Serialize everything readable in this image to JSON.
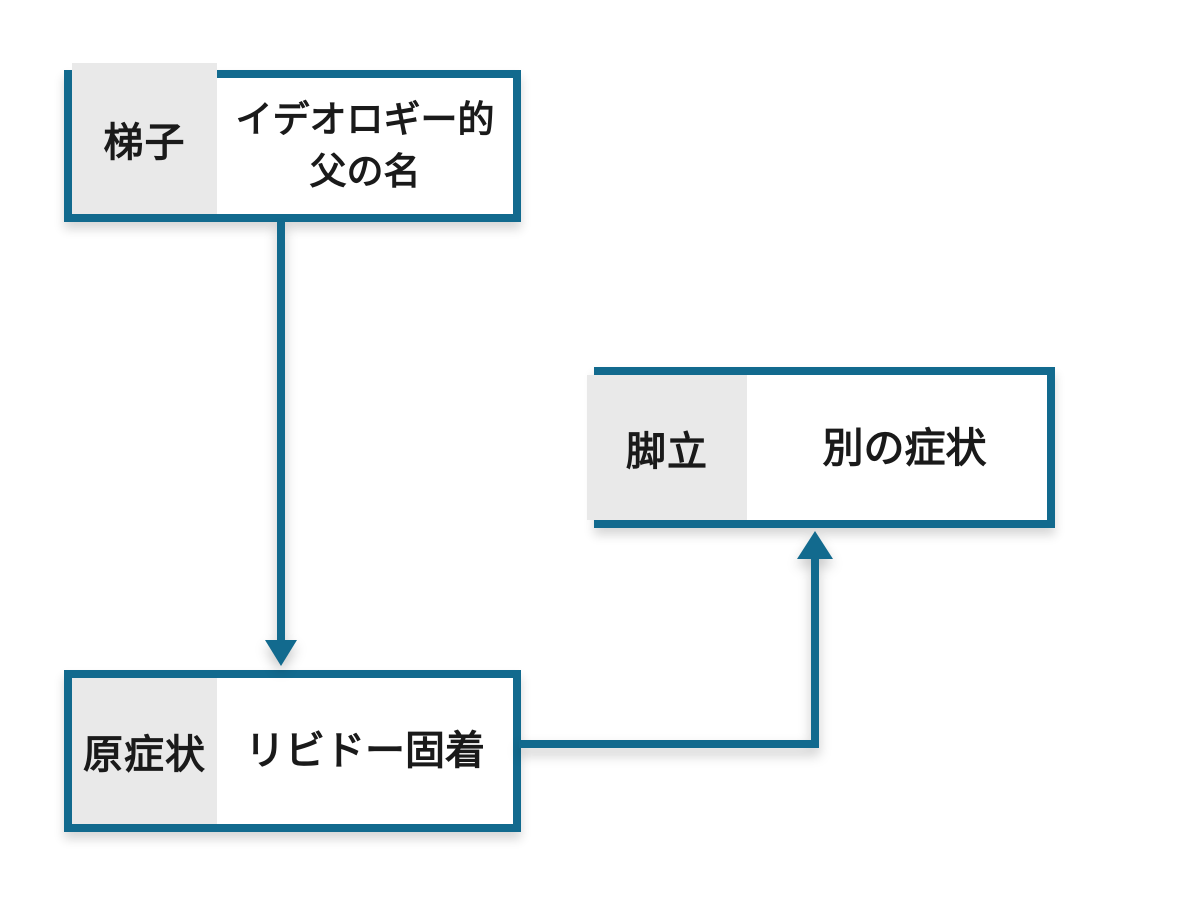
{
  "colors": {
    "accent": "#126A8E",
    "label_bg": "#E9E9E9",
    "text": "#1A1A1A",
    "background": "#FFFFFF"
  },
  "nodes": [
    {
      "id": "ladder",
      "label": "梯子",
      "content_lines": [
        "イデオロギー的",
        "父の名"
      ]
    },
    {
      "id": "original-symptom",
      "label": "原症状",
      "content": "リビドー固着"
    },
    {
      "id": "stepladder",
      "label": "脚立",
      "content": "別の症状"
    }
  ],
  "edges": [
    {
      "from": "梯子",
      "to": "原症状",
      "direction": "down"
    },
    {
      "from": "原症状",
      "to": "脚立",
      "direction": "right-then-up"
    }
  ]
}
